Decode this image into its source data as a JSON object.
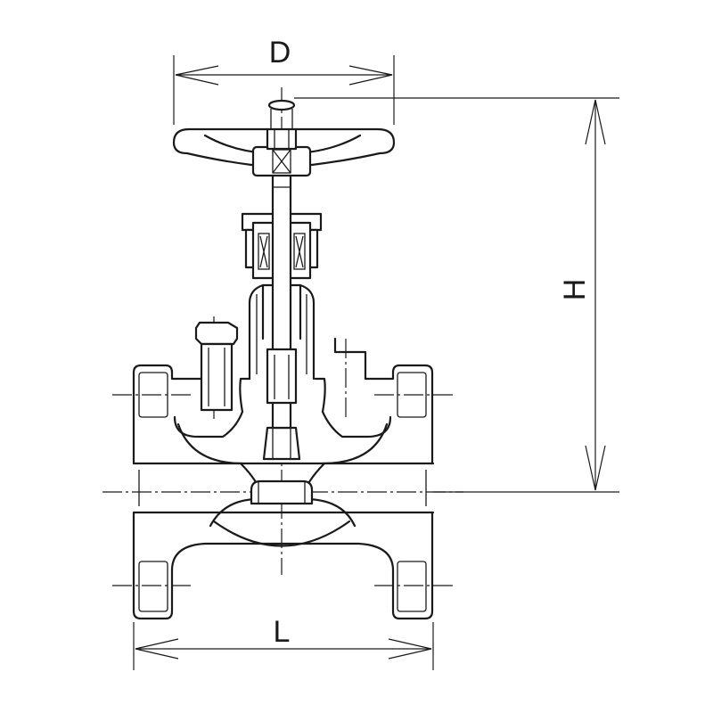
{
  "dimensions": {
    "diameter_label": "D",
    "height_label": "H",
    "length_label": "L"
  },
  "colors": {
    "line": "#1a1a1a",
    "background": "#ffffff"
  }
}
